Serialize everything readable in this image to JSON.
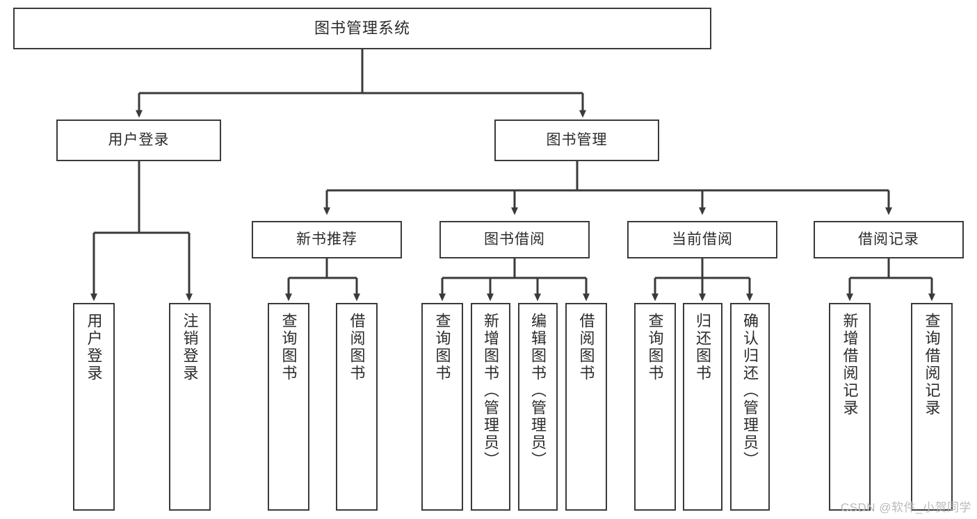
{
  "diagram": {
    "type": "tree-hierarchy",
    "title": "图书管理系统",
    "orientation": "top-down",
    "edge_style": "orthogonal-with-arrowheads",
    "colors": {
      "background": "#ffffff",
      "node_border": "#3a3a3a",
      "node_fill": "#ffffff",
      "text": "#2b2b2b",
      "edge": "#3a3a3a",
      "watermark": "#b9b9b9"
    }
  },
  "root": {
    "label": "图书管理系统"
  },
  "level1": [
    {
      "label": "用户登录"
    },
    {
      "label": "图书管理"
    }
  ],
  "level2": [
    {
      "label": "新书推荐"
    },
    {
      "label": "图书借阅"
    },
    {
      "label": "当前借阅"
    },
    {
      "label": "借阅记录"
    }
  ],
  "leaves": {
    "user_login": [
      {
        "label": "用户登录"
      },
      {
        "label": "注销登录"
      }
    ],
    "new_book_recommend": [
      {
        "label": "查询图书"
      },
      {
        "label": "借阅图书"
      }
    ],
    "book_borrow": [
      {
        "label": "查询图书"
      },
      {
        "label": "新增图书（管理员）"
      },
      {
        "label": "编辑图书（管理员）"
      },
      {
        "label": "借阅图书"
      }
    ],
    "current_borrow": [
      {
        "label": "查询图书"
      },
      {
        "label": "归还图书"
      },
      {
        "label": "确认归还（管理员）"
      }
    ],
    "borrow_record": [
      {
        "label": "新增借阅记录"
      },
      {
        "label": "查询借阅记录"
      }
    ]
  },
  "watermark": {
    "text": "CSDN @软件_小贺同学"
  }
}
